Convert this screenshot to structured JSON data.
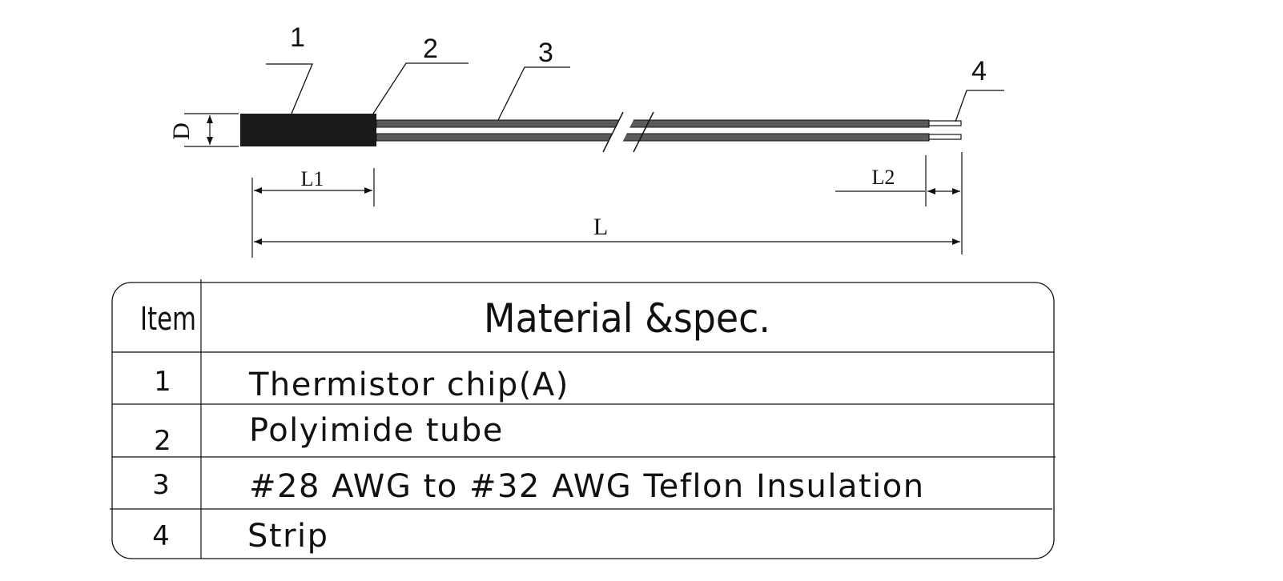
{
  "callouts": [
    "1",
    "2",
    "3",
    "4"
  ],
  "dimensions": {
    "diameter": "D",
    "chip_length": "L1",
    "strip_length": "L2",
    "total_length": "L"
  },
  "table": {
    "headers": {
      "item": "Item",
      "spec": "Material &spec."
    },
    "rows": [
      {
        "item": "1",
        "spec": "Thermistor chip(A)"
      },
      {
        "item": "2",
        "spec": "Polyimide tube"
      },
      {
        "item": "3",
        "spec": "#28 AWG to #32 AWG Teflon Insulation"
      },
      {
        "item": "4",
        "spec": "Strip"
      }
    ]
  },
  "colors": {
    "ink": "#111111",
    "body": "#1a1a1a",
    "wire": "#5a5a5a"
  }
}
